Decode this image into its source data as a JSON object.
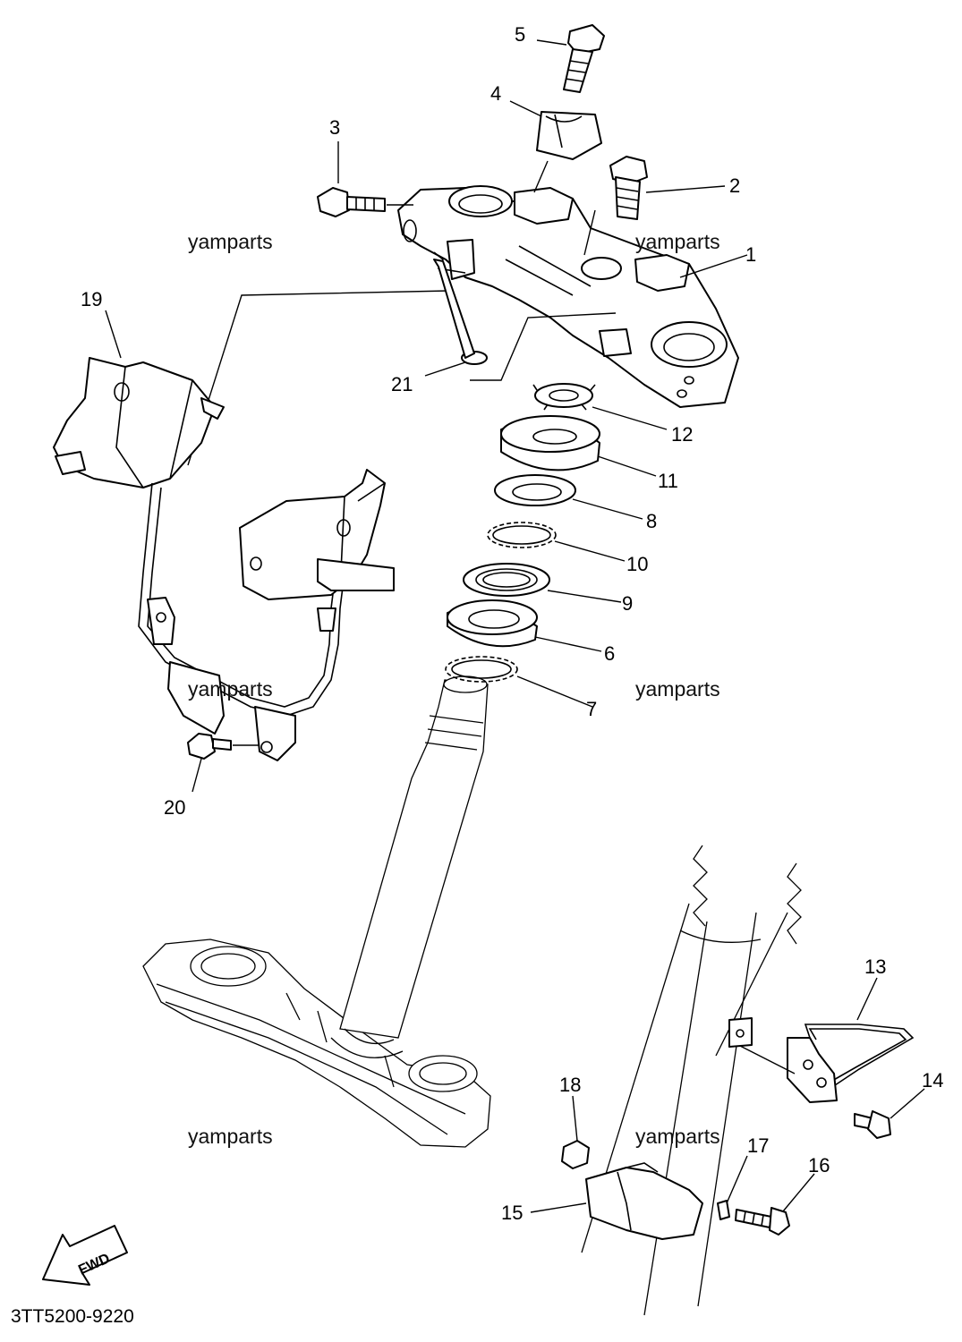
{
  "watermark": "yamparts",
  "drawing_code": "3TT5200-9220",
  "arrow_label": "FWD",
  "callouts": [
    "1",
    "2",
    "3",
    "4",
    "5",
    "6",
    "7",
    "8",
    "9",
    "10",
    "11",
    "12",
    "13",
    "14",
    "15",
    "16",
    "17",
    "18",
    "19",
    "20",
    "21"
  ]
}
